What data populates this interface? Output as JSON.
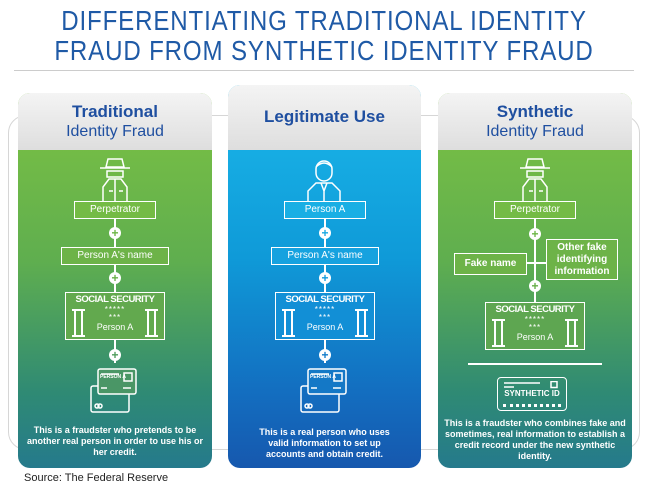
{
  "title": {
    "line1": "DIFFERENTIATING TRADITIONAL IDENTITY",
    "line2": "FRAUD FROM SYNTHETIC IDENTITY FRAUD"
  },
  "columns": {
    "traditional": {
      "title_bold": "Traditional",
      "title_sub": "Identity Fraud",
      "perpetrator": "Perpetrator",
      "name": "Person A's name",
      "ss_title": "SOCIAL SECURITY",
      "ss_stars1": "*****",
      "ss_stars2": "***",
      "ss_person": "Person A",
      "card_label": "PERSON A",
      "description": "This is a fraudster who pretends to be another real person in order to use his or her credit."
    },
    "legitimate": {
      "title_bold": "Legitimate Use",
      "person": "Person A",
      "name": "Person A's name",
      "ss_title": "SOCIAL SECURITY",
      "ss_stars1": "*****",
      "ss_stars2": "***",
      "ss_person": "Person A",
      "card_label": "PERSON A",
      "description": "This is a real person who uses valid information to set up accounts and obtain credit."
    },
    "synthetic": {
      "title_bold": "Synthetic",
      "title_sub": "Identity Fraud",
      "perpetrator": "Perpetrator",
      "fake_name": "Fake name",
      "other_fake": "Other fake identifying information",
      "ss_title": "SOCIAL SECURITY",
      "ss_stars1": "*****",
      "ss_stars2": "***",
      "ss_person": "Person A",
      "synthetic_id": "SYNTHETIC ID",
      "description": "This is a fraudster who combines fake and sometimes, real information to establish a credit record under the new synthetic identity."
    }
  },
  "plus_symbol": "+",
  "source": "Source: The Federal Reserve",
  "colors": {
    "title": "#1f5aa6",
    "green_top": "#7dc242",
    "green_bottom": "#257a8c",
    "blue_top": "#1bb8ea",
    "blue_bottom": "#1658ae"
  }
}
